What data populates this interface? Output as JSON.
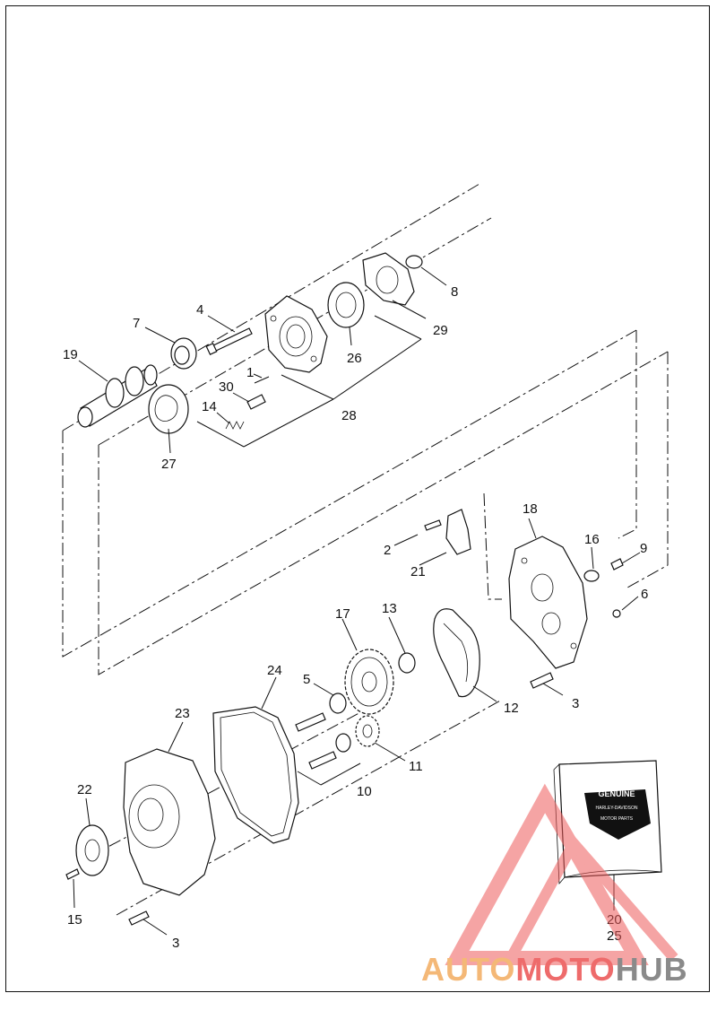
{
  "callouts": [
    {
      "id": "c1",
      "text": "1"
    },
    {
      "id": "c2",
      "text": "2"
    },
    {
      "id": "c3a",
      "text": "3"
    },
    {
      "id": "c3b",
      "text": "3"
    },
    {
      "id": "c4",
      "text": "4"
    },
    {
      "id": "c5",
      "text": "5"
    },
    {
      "id": "c6",
      "text": "6"
    },
    {
      "id": "c7",
      "text": "7"
    },
    {
      "id": "c8",
      "text": "8"
    },
    {
      "id": "c9",
      "text": "9"
    },
    {
      "id": "c10",
      "text": "10"
    },
    {
      "id": "c11",
      "text": "11"
    },
    {
      "id": "c12",
      "text": "12"
    },
    {
      "id": "c13",
      "text": "13"
    },
    {
      "id": "c14",
      "text": "14"
    },
    {
      "id": "c15",
      "text": "15"
    },
    {
      "id": "c16",
      "text": "16"
    },
    {
      "id": "c17",
      "text": "17"
    },
    {
      "id": "c18",
      "text": "18"
    },
    {
      "id": "c19",
      "text": "19"
    },
    {
      "id": "c20",
      "text": "20"
    },
    {
      "id": "c21",
      "text": "21"
    },
    {
      "id": "c22",
      "text": "22"
    },
    {
      "id": "c23",
      "text": "23"
    },
    {
      "id": "c24",
      "text": "24"
    },
    {
      "id": "c25",
      "text": "25"
    },
    {
      "id": "c26",
      "text": "26"
    },
    {
      "id": "c27",
      "text": "27"
    },
    {
      "id": "c28",
      "text": "28"
    },
    {
      "id": "c29",
      "text": "29"
    },
    {
      "id": "c30",
      "text": "30"
    }
  ],
  "badge": {
    "top": "GENUINE",
    "brand": "HARLEY-DAVIDSON",
    "bottom": "MOTOR PARTS"
  },
  "watermark": {
    "part1": "AUTO",
    "part2": "MOTO",
    "part3": "HUB",
    "colors": {
      "part1": "#f4b877",
      "part2": "#ee6b6b",
      "part3": "#8a8a8a",
      "logo": "#ee5a5a"
    }
  }
}
